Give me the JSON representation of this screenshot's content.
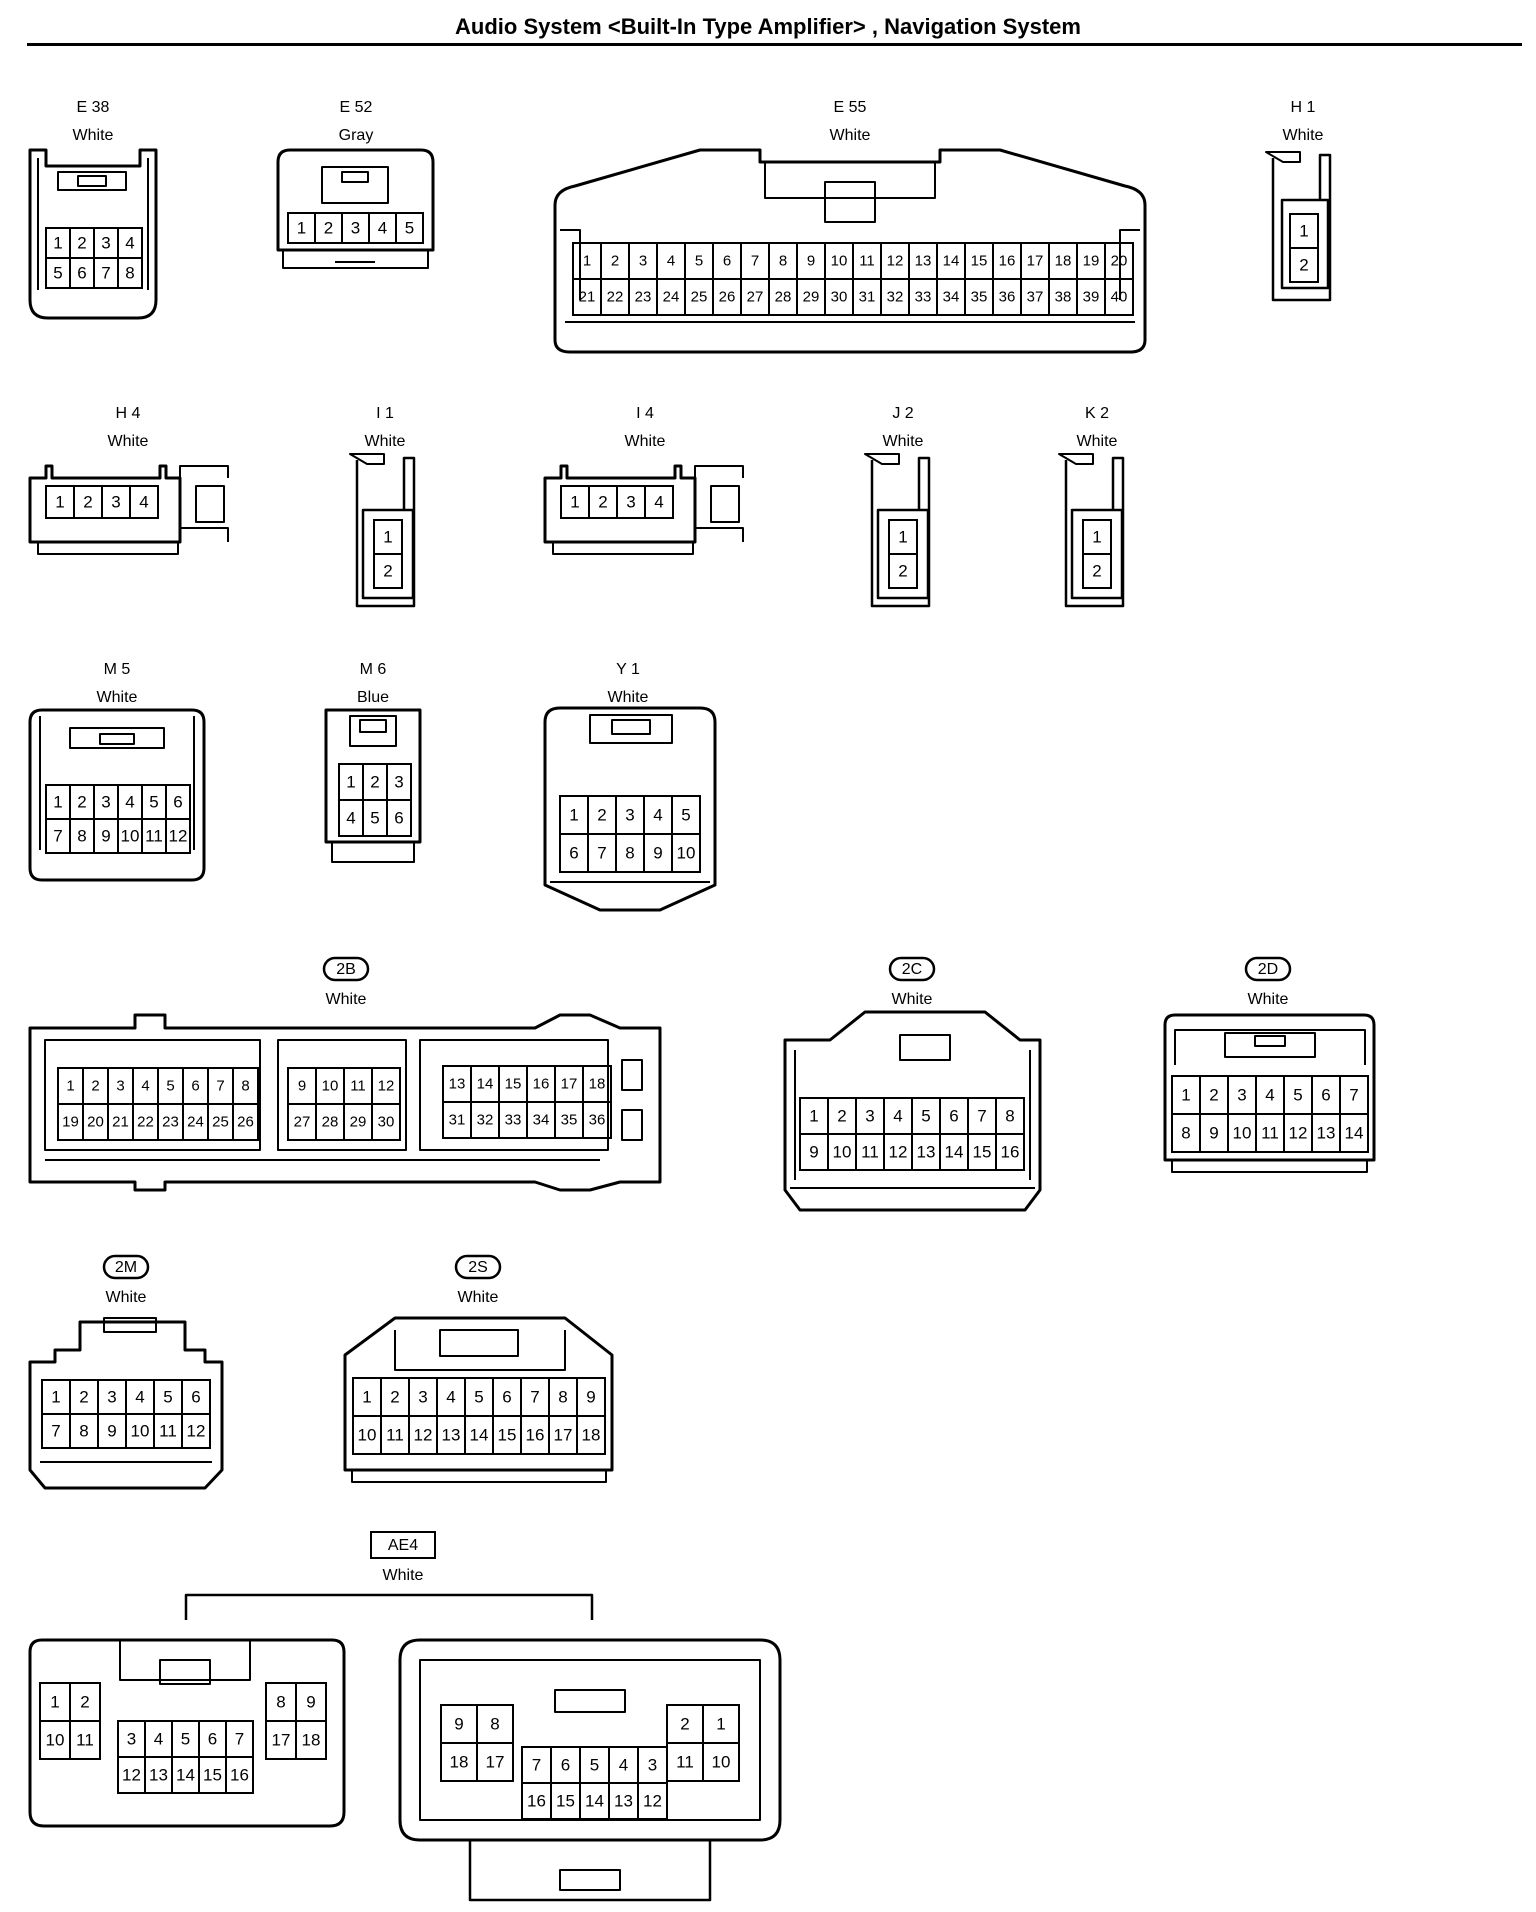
{
  "title": "Audio System <Built-In Type Amplifier> , Navigation System",
  "connectors": [
    {
      "id": "E38",
      "label": "E 38",
      "color": "White",
      "rows": [
        [
          "1",
          "2",
          "3",
          "4"
        ],
        [
          "5",
          "6",
          "7",
          "8"
        ]
      ]
    },
    {
      "id": "E52",
      "label": "E 52",
      "color": "Gray",
      "rows": [
        [
          "1",
          "2",
          "3",
          "4",
          "5"
        ]
      ]
    },
    {
      "id": "E55",
      "label": "E 55",
      "color": "White",
      "rows": [
        [
          "1",
          "2",
          "3",
          "4",
          "5",
          "6",
          "7",
          "8",
          "9",
          "10",
          "11",
          "12",
          "13",
          "14",
          "15",
          "16",
          "17",
          "18",
          "19",
          "20"
        ],
        [
          "21",
          "22",
          "23",
          "24",
          "25",
          "26",
          "27",
          "28",
          "29",
          "30",
          "31",
          "32",
          "33",
          "34",
          "35",
          "36",
          "37",
          "38",
          "39",
          "40"
        ]
      ]
    },
    {
      "id": "H1",
      "label": "H 1",
      "color": "White",
      "rows": [
        [
          "1"
        ],
        [
          "2"
        ]
      ]
    },
    {
      "id": "H4",
      "label": "H 4",
      "color": "White",
      "rows": [
        [
          "1",
          "2",
          "3",
          "4"
        ]
      ]
    },
    {
      "id": "I1",
      "label": "I 1",
      "color": "White",
      "rows": [
        [
          "1"
        ],
        [
          "2"
        ]
      ]
    },
    {
      "id": "I4",
      "label": "I 4",
      "color": "White",
      "rows": [
        [
          "1",
          "2",
          "3",
          "4"
        ]
      ]
    },
    {
      "id": "J2",
      "label": "J 2",
      "color": "White",
      "rows": [
        [
          "1"
        ],
        [
          "2"
        ]
      ]
    },
    {
      "id": "K2",
      "label": "K 2",
      "color": "White",
      "rows": [
        [
          "1"
        ],
        [
          "2"
        ]
      ]
    },
    {
      "id": "M5",
      "label": "M 5",
      "color": "White",
      "rows": [
        [
          "1",
          "2",
          "3",
          "4",
          "5",
          "6"
        ],
        [
          "7",
          "8",
          "9",
          "10",
          "11",
          "12"
        ]
      ]
    },
    {
      "id": "M6",
      "label": "M 6",
      "color": "Blue",
      "rows": [
        [
          "1",
          "2",
          "3"
        ],
        [
          "4",
          "5",
          "6"
        ]
      ]
    },
    {
      "id": "Y1",
      "label": "Y 1",
      "color": "White",
      "rows": [
        [
          "1",
          "2",
          "3",
          "4",
          "5"
        ],
        [
          "6",
          "7",
          "8",
          "9",
          "10"
        ]
      ]
    },
    {
      "id": "2B",
      "label": "2B",
      "color": "White",
      "groups": [
        {
          "rows": [
            [
              "1",
              "2",
              "3",
              "4",
              "5",
              "6",
              "7",
              "8"
            ],
            [
              "19",
              "20",
              "21",
              "22",
              "23",
              "24",
              "25",
              "26"
            ]
          ]
        },
        {
          "rows": [
            [
              "9",
              "10",
              "11",
              "12"
            ],
            [
              "27",
              "28",
              "29",
              "30"
            ]
          ]
        },
        {
          "rows": [
            [
              "13",
              "14",
              "15",
              "16",
              "17",
              "18"
            ],
            [
              "31",
              "32",
              "33",
              "34",
              "35",
              "36"
            ]
          ]
        }
      ]
    },
    {
      "id": "2C",
      "label": "2C",
      "color": "White",
      "rows": [
        [
          "1",
          "2",
          "3",
          "4",
          "5",
          "6",
          "7",
          "8"
        ],
        [
          "9",
          "10",
          "11",
          "12",
          "13",
          "14",
          "15",
          "16"
        ]
      ]
    },
    {
      "id": "2D",
      "label": "2D",
      "color": "White",
      "rows": [
        [
          "1",
          "2",
          "3",
          "4",
          "5",
          "6",
          "7"
        ],
        [
          "8",
          "9",
          "10",
          "11",
          "12",
          "13",
          "14"
        ]
      ]
    },
    {
      "id": "2M",
      "label": "2M",
      "color": "White",
      "rows": [
        [
          "1",
          "2",
          "3",
          "4",
          "5",
          "6"
        ],
        [
          "7",
          "8",
          "9",
          "10",
          "11",
          "12"
        ]
      ]
    },
    {
      "id": "2S",
      "label": "2S",
      "color": "White",
      "rows": [
        [
          "1",
          "2",
          "3",
          "4",
          "5",
          "6",
          "7",
          "8",
          "9"
        ],
        [
          "10",
          "11",
          "12",
          "13",
          "14",
          "15",
          "16",
          "17",
          "18"
        ]
      ]
    },
    {
      "id": "AE4",
      "label": "AE4",
      "color": "White",
      "left": {
        "left_block": [
          [
            "1",
            "2"
          ],
          [
            "10",
            "11"
          ]
        ],
        "center_block": [
          [
            "3",
            "4",
            "5",
            "6",
            "7"
          ],
          [
            "12",
            "13",
            "14",
            "15",
            "16"
          ]
        ],
        "right_block": [
          [
            "8",
            "9"
          ],
          [
            "17",
            "18"
          ]
        ]
      },
      "right": {
        "left_block": [
          [
            "9",
            "8"
          ],
          [
            "18",
            "17"
          ]
        ],
        "center_block": [
          [
            "7",
            "6",
            "5",
            "4",
            "3"
          ],
          [
            "16",
            "15",
            "14",
            "13",
            "12"
          ]
        ],
        "right_block": [
          [
            "2",
            "1"
          ],
          [
            "11",
            "10"
          ]
        ]
      }
    }
  ]
}
